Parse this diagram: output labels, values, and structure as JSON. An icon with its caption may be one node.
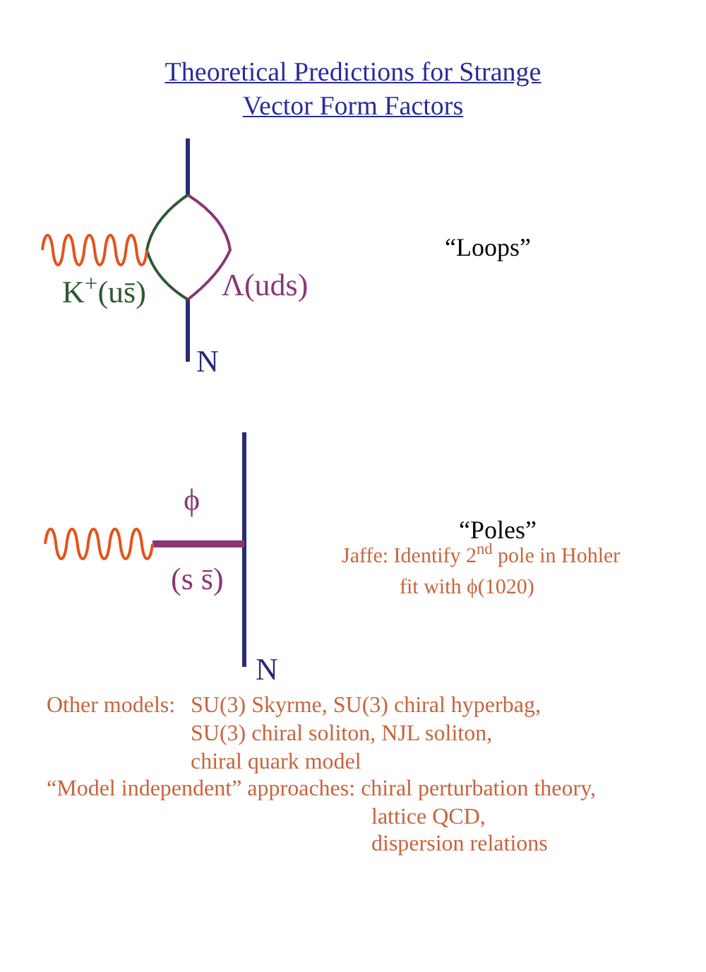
{
  "diagram": {
    "title": "Theoretical Predictions for Strange Vector Form Factors",
    "labels": [
      "K$^{+}$(us̄)",
      "Λ(uds)",
      "N",
      "“Loops”",
      "ϕ",
      "(s s̄)",
      "N",
      "“Poles”",
      "Jaffe: Identify 2$^{nd}$ pole in Hohler",
      "fit with ϕ(1020)",
      "Other models:",
      "SU(3) Skyrme, SU(3) chiral hyperbag,",
      "SU(3) chiral soliton, NJL soliton,",
      "chiral quark model",
      "“Model independent” approaches: chiral perturbation theory,",
      "lattice QCD,",
      "dispersion relations"
    ]
  }
}
